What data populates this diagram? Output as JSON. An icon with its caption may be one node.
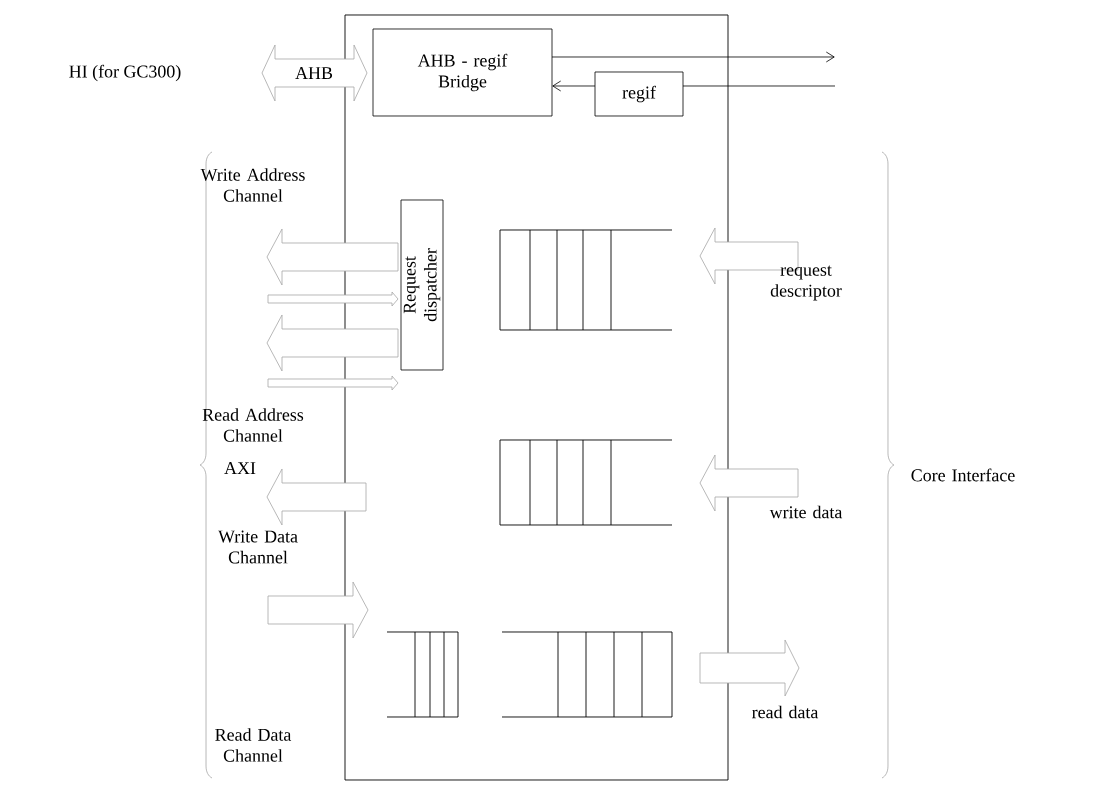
{
  "diagram": {
    "nodes": [
      {
        "text": [
          "HI (for GC300)"
        ]
      },
      {
        "text": [],
        "shape": "box"
      },
      {
        "text": [
          "AHB - regif Bridge"
        ],
        "in": 1
      },
      {
        "text": [
          "regif"
        ],
        "in": 1
      },
      {
        "text": [
          "Request dispatcher"
        ],
        "in": 1
      },
      {
        "text": [],
        "shape": "box",
        "in": 1
      },
      {
        "text": [],
        "shape": "box",
        "in": 1
      },
      {
        "text": [],
        "shape": "box",
        "in": 1
      },
      {
        "text": [],
        "shape": "box",
        "in": 1
      }
    ],
    "edges": [
      {
        "from": 0,
        "to": 2,
        "arrow": "both",
        "label": "AHB"
      },
      {
        "from": 2,
        "to": null,
        "arrow": "to"
      },
      {
        "from": null,
        "to": 3,
        "arrow": "none"
      },
      {
        "from": 3,
        "to": 2,
        "arrow": "to"
      },
      {
        "from": 4,
        "to": null,
        "arrow": "to"
      },
      {
        "from": null,
        "to": 4,
        "arrow": "to"
      },
      {
        "from": 4,
        "to": null,
        "arrow": "to"
      },
      {
        "from": null,
        "to": 4,
        "arrow": "to"
      },
      {
        "from": null,
        "to": 7,
        "arrow": "to"
      },
      {
        "from": 8,
        "to": null,
        "arrow": "to"
      },
      {
        "from": null,
        "to": 5,
        "arrow": "to"
      },
      {
        "from": null,
        "to": 6,
        "arrow": "to"
      }
    ],
    "labels": [
      "Write Address Channel",
      "request descriptor",
      "Read Address Channel",
      "AXI",
      "Core Interface",
      "write data",
      "Write Data Channel",
      "Read Data Channel",
      "read data"
    ]
  }
}
